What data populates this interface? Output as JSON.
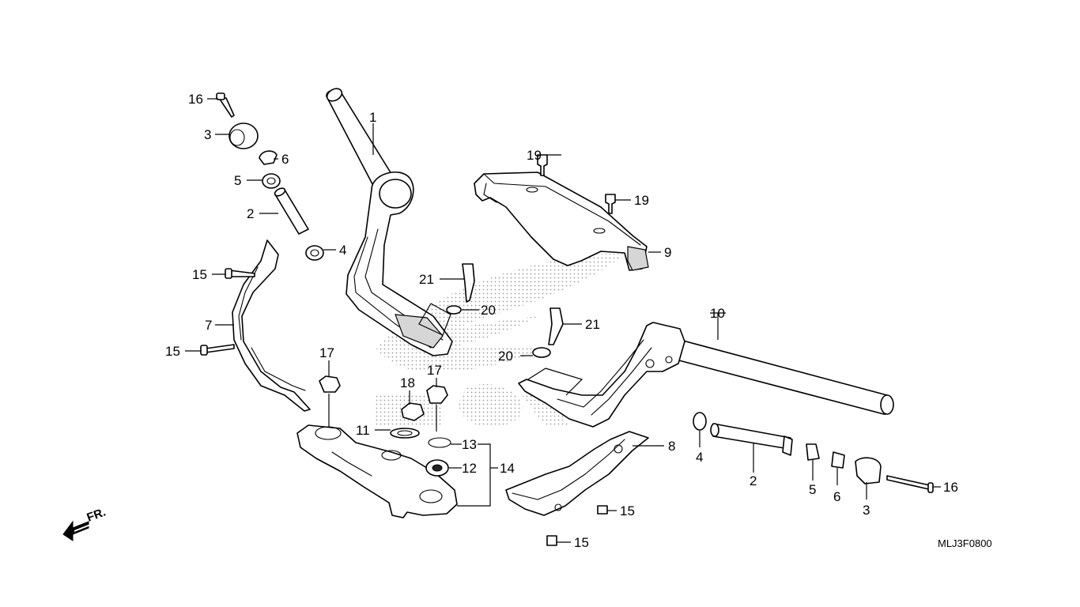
{
  "diagram": {
    "code": "MLJ3F0800",
    "direction_label": "FR.",
    "callouts": {
      "c1": "1",
      "c2_left": "2",
      "c2_right": "2",
      "c3_left": "3",
      "c3_right": "3",
      "c4_left": "4",
      "c4_right": "4",
      "c5_left": "5",
      "c5_right": "5",
      "c6_left": "6",
      "c6_right": "6",
      "c7": "7",
      "c8": "8",
      "c9": "9",
      "c10": "10",
      "c11": "11",
      "c12": "12",
      "c13": "13",
      "c14": "14",
      "c15_a": "15",
      "c15_b": "15",
      "c15_c": "15",
      "c15_d": "15",
      "c16_left": "16",
      "c16_right": "16",
      "c17_left": "17",
      "c17_right": "17",
      "c18": "18",
      "c19_top": "19",
      "c19_right": "19",
      "c20_left": "20",
      "c20_right": "20",
      "c21_left": "21",
      "c21_right": "21"
    },
    "watermark": "HONDA wing logo (dotted)"
  }
}
